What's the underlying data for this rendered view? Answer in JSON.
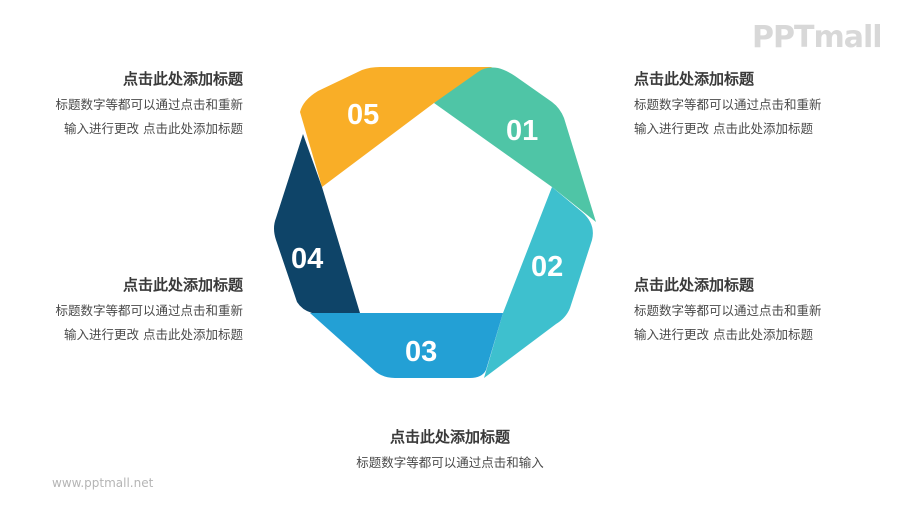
{
  "logo": {
    "text": "PPTmall"
  },
  "footer": {
    "url": "www.pptmall.net"
  },
  "diagram": {
    "type": "pentagon-cycle",
    "segments": [
      {
        "number": "01",
        "color": "#4FC5A6"
      },
      {
        "number": "02",
        "color": "#3EC0CE"
      },
      {
        "number": "03",
        "color": "#23A0D5"
      },
      {
        "number": "04",
        "color": "#0E4468"
      },
      {
        "number": "05",
        "color": "#F9AE27"
      }
    ]
  },
  "blocks": {
    "top_left": {
      "title": "点击此处添加标题",
      "line1": "标题数字等都可以通过点击和重新",
      "line2": "输入进行更改 点击此处添加标题"
    },
    "top_right": {
      "title": "点击此处添加标题",
      "line1": "标题数字等都可以通过点击和重新",
      "line2": "输入进行更改 点击此处添加标题"
    },
    "mid_left": {
      "title": "点击此处添加标题",
      "line1": "标题数字等都可以通过点击和重新",
      "line2": "输入进行更改 点击此处添加标题"
    },
    "mid_right": {
      "title": "点击此处添加标题",
      "line1": "标题数字等都可以通过点击和重新",
      "line2": "输入进行更改 点击此处添加标题"
    },
    "bottom": {
      "title": "点击此处添加标题",
      "line1": "标题数字等都可以通过点击和输入"
    }
  }
}
